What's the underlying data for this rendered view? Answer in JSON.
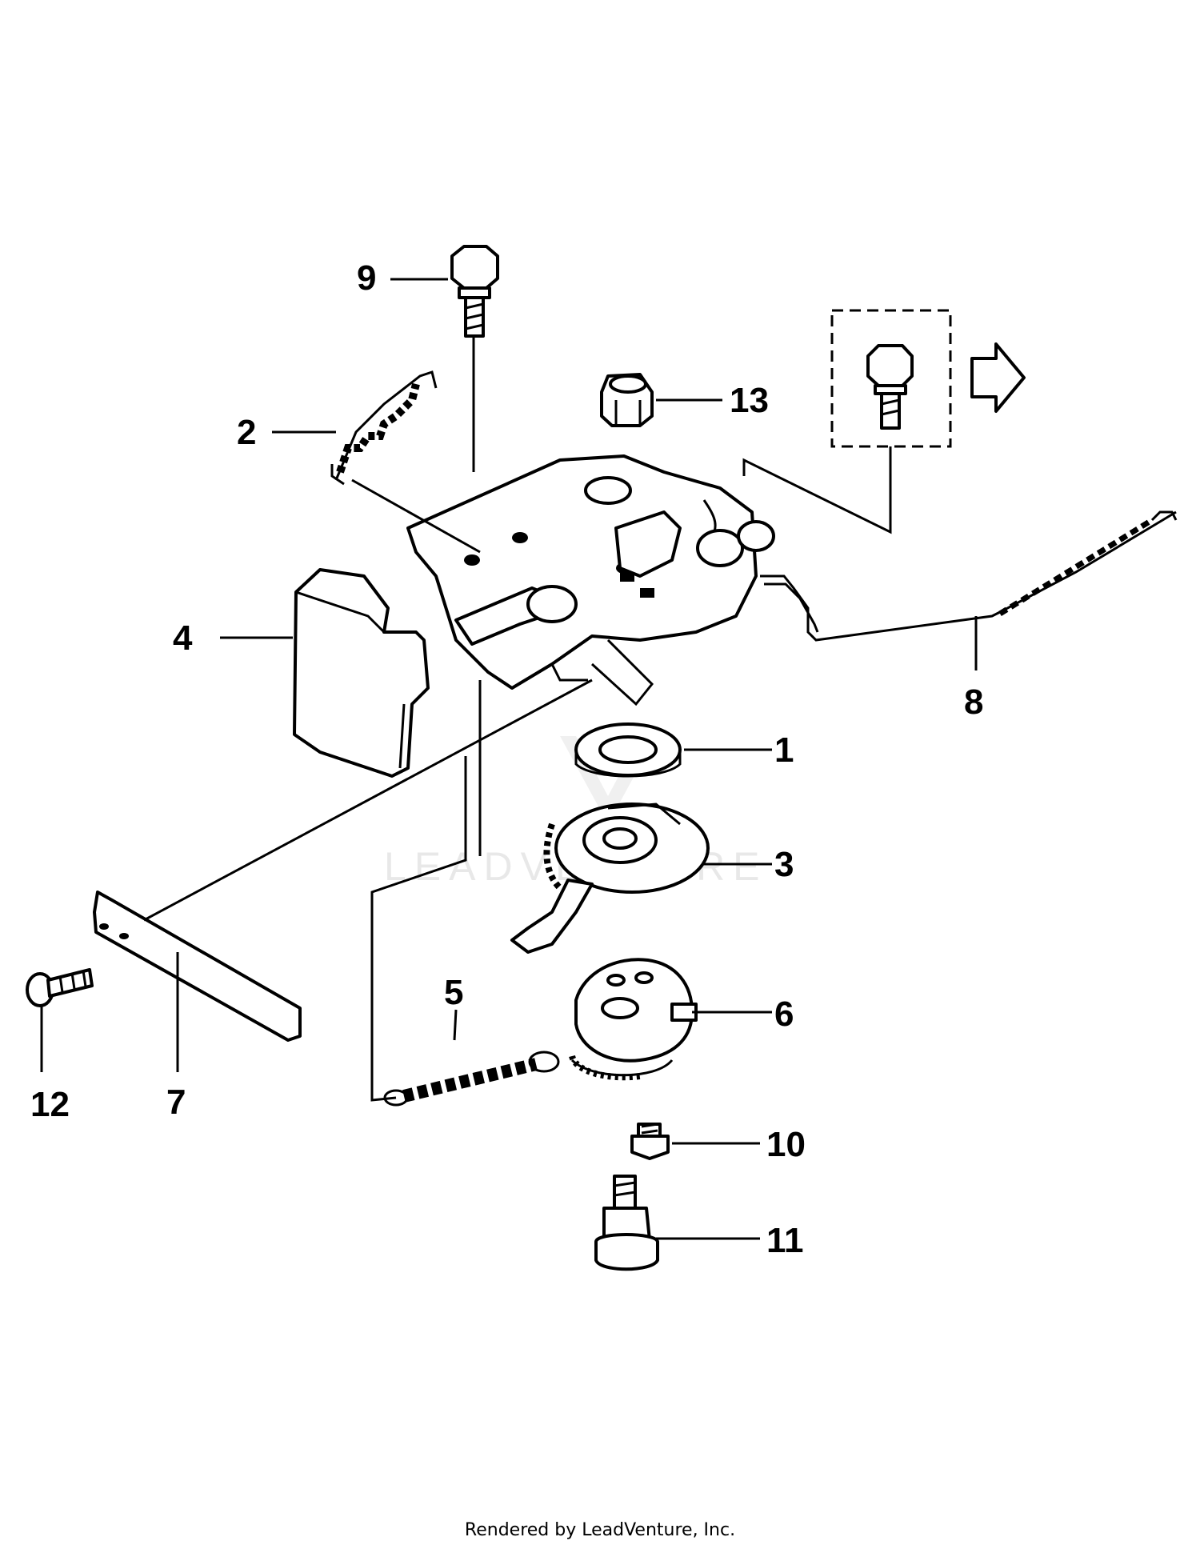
{
  "diagram": {
    "callouts": [
      "1",
      "2",
      "3",
      "4",
      "5",
      "6",
      "7",
      "8",
      "9",
      "10",
      "11",
      "12",
      "13"
    ],
    "watermark": "LEADVENTURE",
    "colors": {
      "ink": "#000000",
      "background": "#ffffff",
      "watermark": "#d9d9d9"
    }
  },
  "footer": {
    "credit": "Rendered by LeadVenture, Inc."
  }
}
